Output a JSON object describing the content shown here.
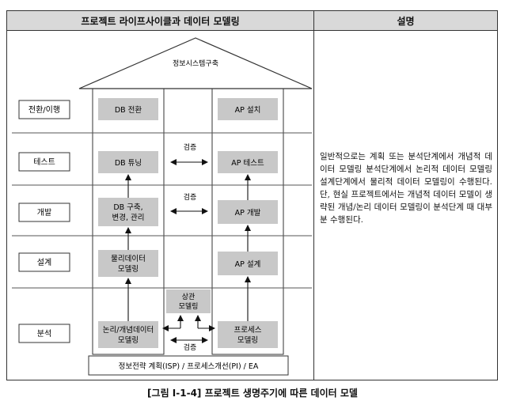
{
  "header": {
    "left_title": "프로젝트 라이프사이클과 데이터 모델링",
    "right_title": "설명"
  },
  "diagram": {
    "roof_label": "정보시스템구축",
    "stages": [
      "전환/이행",
      "테스트",
      "개발",
      "설계",
      "분석"
    ],
    "db_column": [
      "DB 전환",
      "DB 튜닝",
      "DB 구축,\n변경, 관리",
      "물리데이터\n모델링",
      "논리/개념데이터\n모델링"
    ],
    "ap_column": [
      "AP 설치",
      "AP 테스트",
      "AP 개발",
      "AP 설계",
      "프로세스\n모델링"
    ],
    "verify_label": "검증",
    "correlation_label": "상관\n모델링",
    "base_label": "정보전략 계획(ISP) / 프로세스개선(PI) / EA"
  },
  "description": "일반적으로는 계획 또는 분석단계에서 개념적 데이터 모델링 분석단계에서 논리적 데이터 모델링 설계단계에서 물리적 데이터 모델링이 수행된다. 단, 현실 프로젝트에서는 개념적 데이터 모델이 생략된 개념/논리 데이터 모델링이 분석단계 때 대부분 수행된다.",
  "caption": "[그림 Ⅰ-1-4] 프로젝트 생명주기에 따른 데이터 모델"
}
